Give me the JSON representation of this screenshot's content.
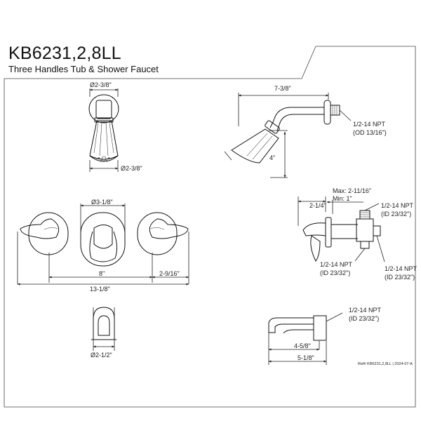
{
  "header": {
    "model": "KB6231,2,8LL",
    "product_name": "Three Handles Tub & Shower Faucet"
  },
  "dimensions": {
    "showerhead_top_dia": "Ø2-3/8\"",
    "showerhead_bottom_dia": "Ø2-3/8\"",
    "arm_length": "7-3/8\"",
    "arm_npt": "1/2-14 NPT",
    "arm_od": "(OD 13/16\")",
    "arm_drop": "4\"",
    "valve_max": "Max: 2-11/16\"",
    "valve_min": "Min: 1\"",
    "valve_depth": "2-1/4\"",
    "valve_top_npt": "1/2-14 NPT",
    "valve_top_id": "(ID 23/32\")",
    "valve_bottom_npt": "1/2-14 NPT",
    "valve_bottom_id": "(ID 23/32\")",
    "valve_side_npt": "1/2-14 NPT",
    "valve_side_id": "(ID 23/32\")",
    "handle_escutcheon_dia": "Ø3-1/8\"",
    "handle_spacing": "8\"",
    "handle_overall": "13-1/8\"",
    "handle_right": "2-9/16\"",
    "spout_face_dia": "Ø2-1/2\"",
    "spout_npt": "1/2-14 NPT",
    "spout_id": "(ID 23/32\")",
    "spout_short": "4-5/8\"",
    "spout_long": "5-1/8\""
  },
  "footer": {
    "reference": "Ref# KB6231,2,8LL | 2024-07-A"
  }
}
